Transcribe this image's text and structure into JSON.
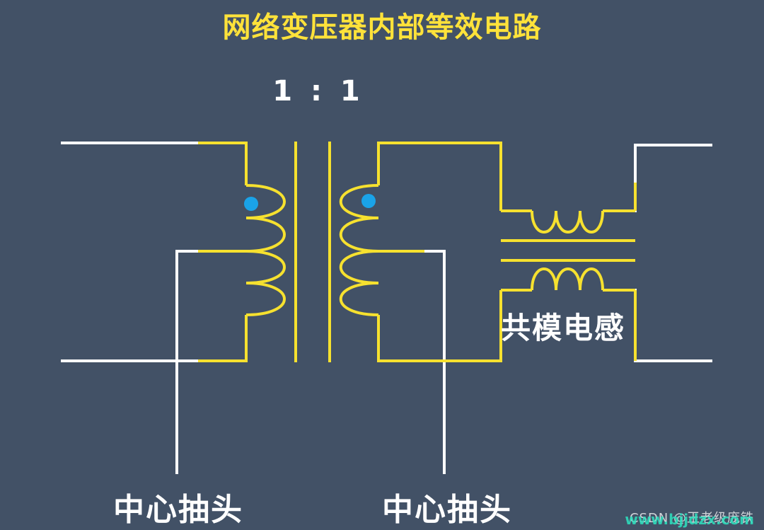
{
  "title": "网络变压器内部等效电路",
  "ratio": "1 : 1",
  "center_tap_left": "中心抽头",
  "center_tap_right": "中心抽头",
  "common_mode_choke": "共模电感",
  "watermark_csdn": "CSDN @王老级庞铁",
  "watermark_site": "www.bjjdzx.com",
  "colors": {
    "background": "#425166",
    "winding": "#f6e12f",
    "wire": "#ffffff",
    "dot": "#1aa3e8",
    "title": "#ffe23a"
  }
}
